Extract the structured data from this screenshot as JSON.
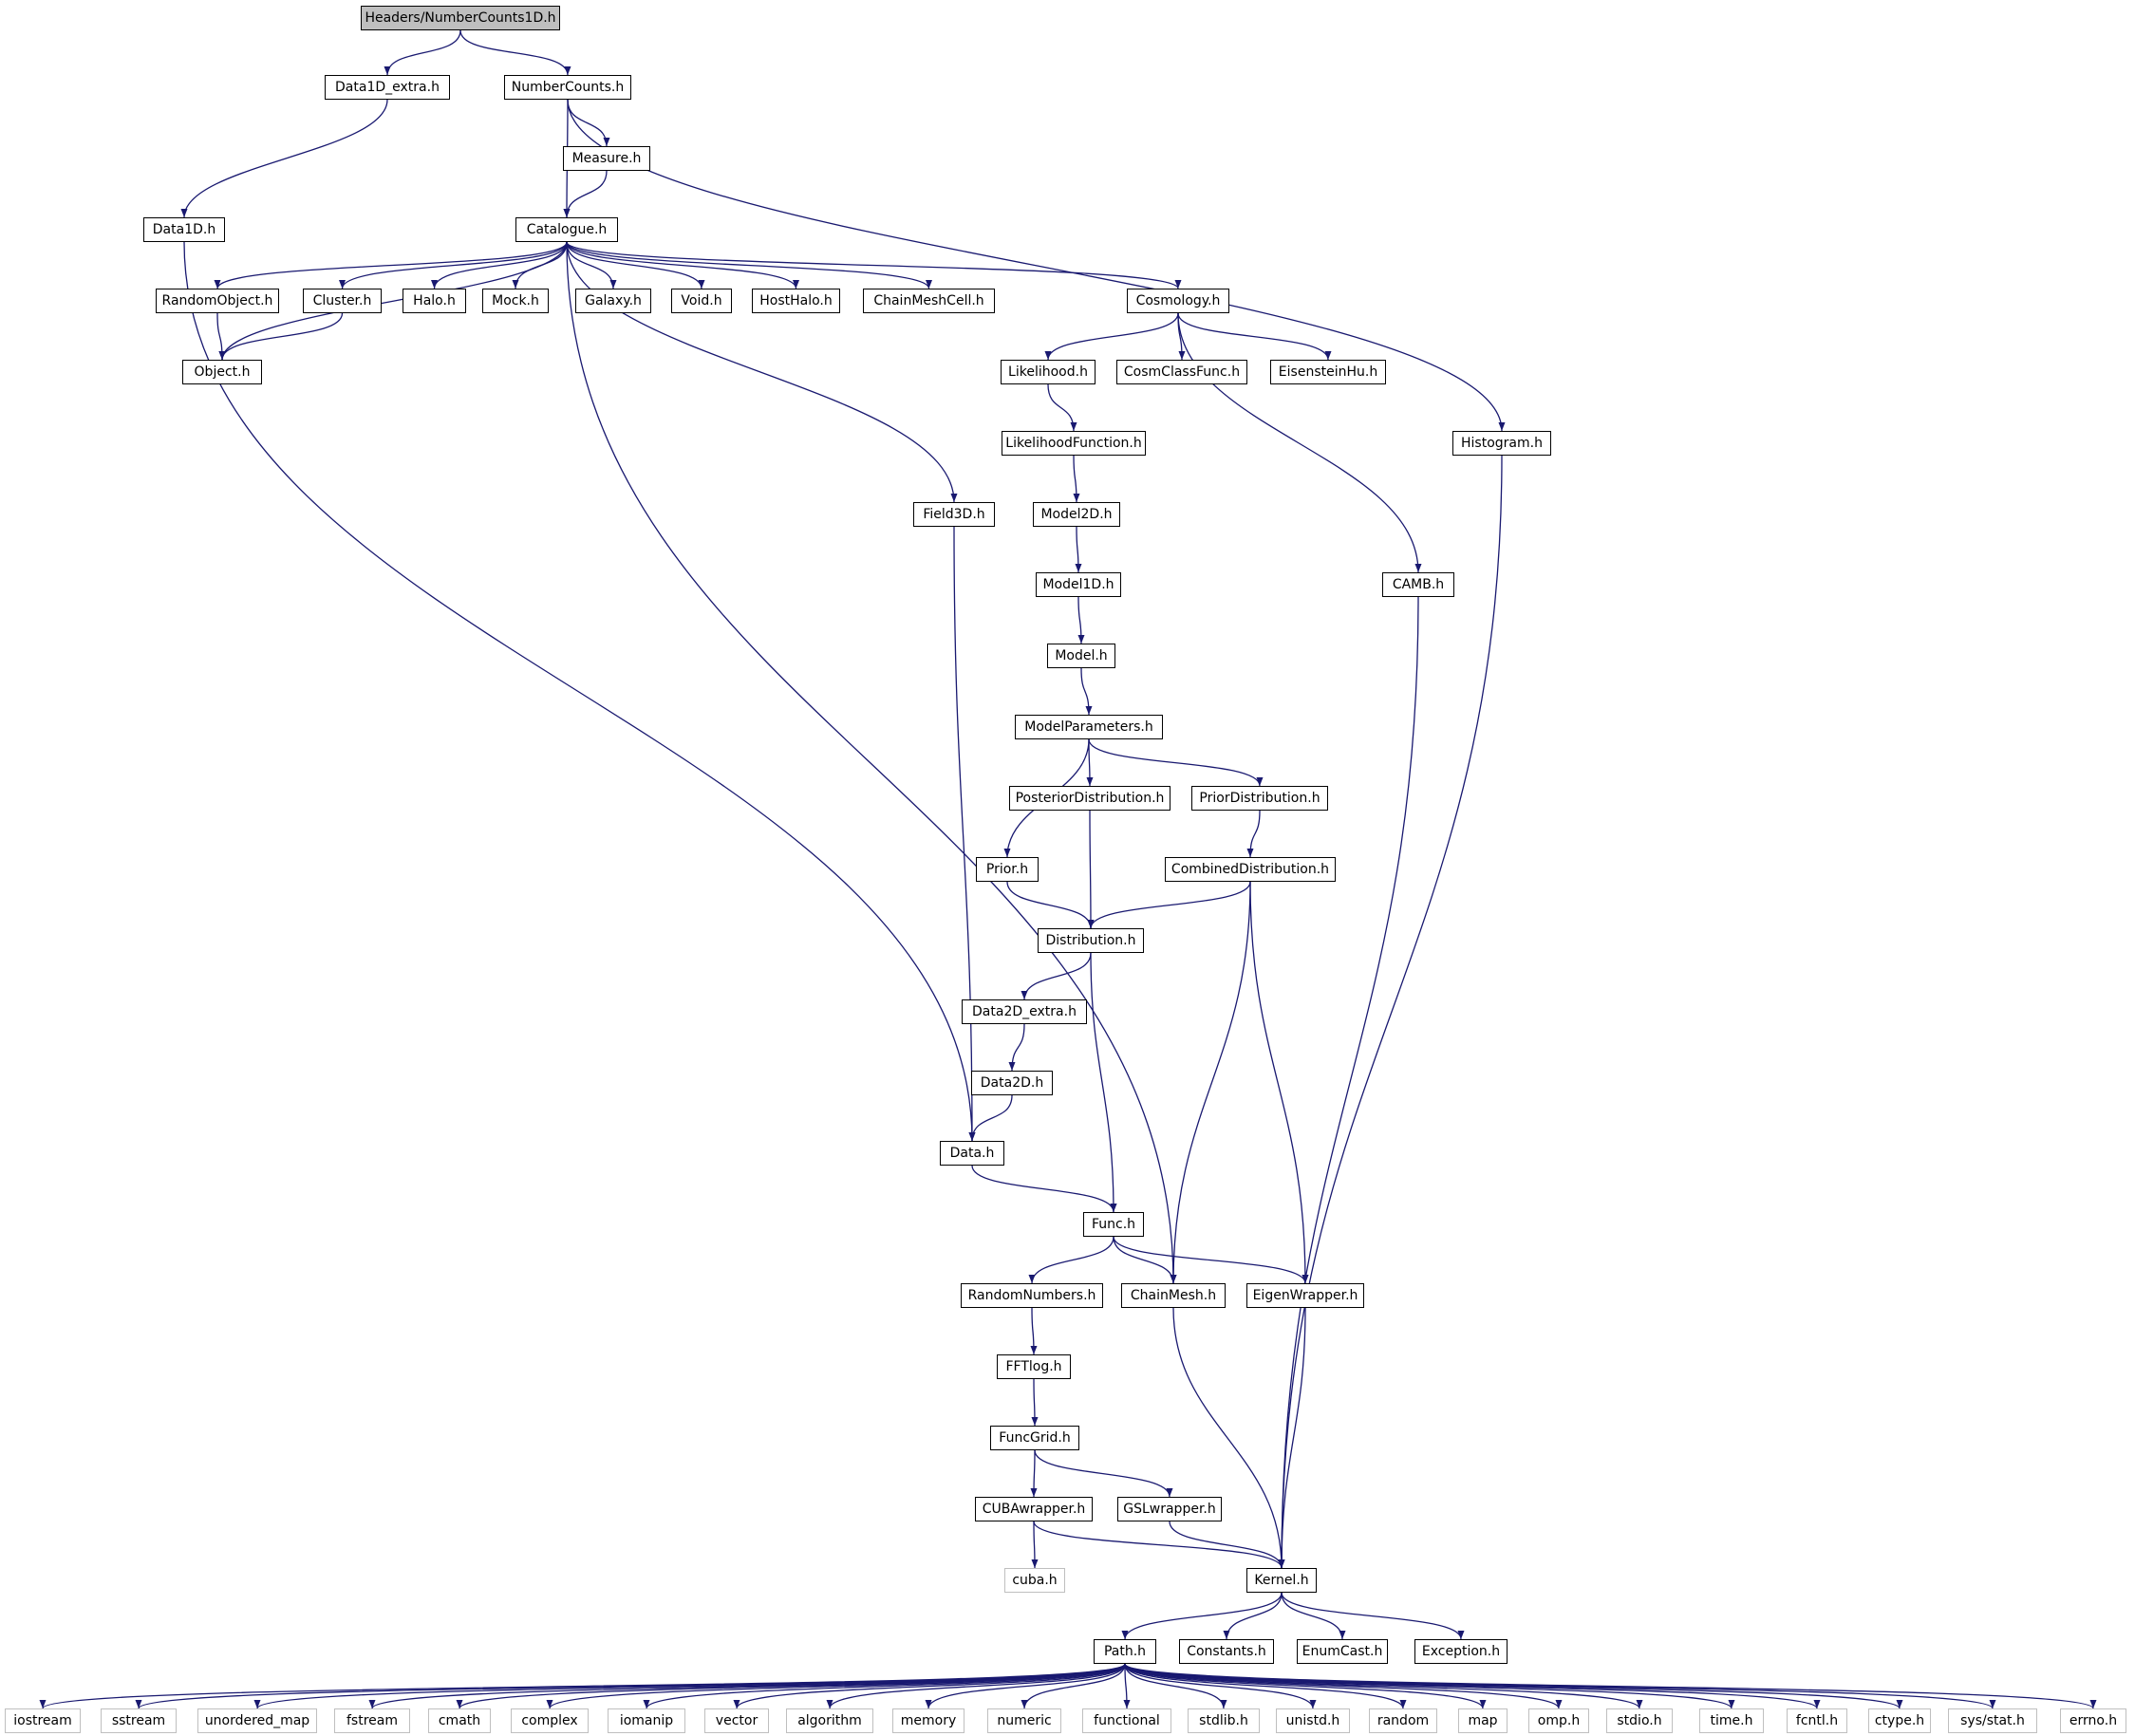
{
  "root": "Headers/NumberCounts1D.h",
  "nodes": {
    "n_root": "Headers/NumberCounts1D.h",
    "n_d1e": "Data1D_extra.h",
    "n_nc": "NumberCounts.h",
    "n_meas": "Measure.h",
    "n_d1": "Data1D.h",
    "n_cat": "Catalogue.h",
    "n_ro": "RandomObject.h",
    "n_clu": "Cluster.h",
    "n_halo": "Halo.h",
    "n_mock": "Mock.h",
    "n_gal": "Galaxy.h",
    "n_void": "Void.h",
    "n_hh": "HostHalo.h",
    "n_cmc": "ChainMeshCell.h",
    "n_cos": "Cosmology.h",
    "n_obj": "Object.h",
    "n_lik": "Likelihood.h",
    "n_ccf": "CosmClassFunc.h",
    "n_eh": "EisensteinHu.h",
    "n_hist": "Histogram.h",
    "n_lf": "LikelihoodFunction.h",
    "n_f3d": "Field3D.h",
    "n_m2d": "Model2D.h",
    "n_m1d": "Model1D.h",
    "n_camb": "CAMB.h",
    "n_model": "Model.h",
    "n_mp": "ModelParameters.h",
    "n_post": "PosteriorDistribution.h",
    "n_pri": "PriorDistribution.h",
    "n_prior": "Prior.h",
    "n_comb": "CombinedDistribution.h",
    "n_dist": "Distribution.h",
    "n_d2e": "Data2D_extra.h",
    "n_d2": "Data2D.h",
    "n_data": "Data.h",
    "n_func": "Func.h",
    "n_rn": "RandomNumbers.h",
    "n_cm": "ChainMesh.h",
    "n_ew": "EigenWrapper.h",
    "n_fft": "FFTlog.h",
    "n_fg": "FuncGrid.h",
    "n_cuba": "CUBAwrapper.h",
    "n_gsl": "GSLwrapper.h",
    "n_cubah": "cuba.h",
    "n_kern": "Kernel.h",
    "n_path": "Path.h",
    "n_const": "Constants.h",
    "n_enum": "EnumCast.h",
    "n_exc": "Exception.h",
    "s_iostream": "iostream",
    "s_sstream": "sstream",
    "s_umap": "unordered_map",
    "s_fstream": "fstream",
    "s_cmath": "cmath",
    "s_complex": "complex",
    "s_iomanip": "iomanip",
    "s_vector": "vector",
    "s_algo": "algorithm",
    "s_memory": "memory",
    "s_numeric": "numeric",
    "s_functional": "functional",
    "s_stdlib": "stdlib.h",
    "s_unistd": "unistd.h",
    "s_random": "random",
    "s_map": "map",
    "s_omp": "omp.h",
    "s_stdio": "stdio.h",
    "s_time": "time.h",
    "s_fcntl": "fcntl.h",
    "s_ctype": "ctype.h",
    "s_sysstat": "sys/stat.h",
    "s_errno": "errno.h"
  },
  "edges": [
    [
      "n_root",
      "n_d1e"
    ],
    [
      "n_root",
      "n_nc"
    ],
    [
      "n_d1e",
      "n_d1"
    ],
    [
      "n_nc",
      "n_cat"
    ],
    [
      "n_nc",
      "n_meas"
    ],
    [
      "n_nc",
      "n_hist"
    ],
    [
      "n_meas",
      "n_cat"
    ],
    [
      "n_d1",
      "n_data"
    ],
    [
      "n_cat",
      "n_ro"
    ],
    [
      "n_cat",
      "n_clu"
    ],
    [
      "n_cat",
      "n_halo"
    ],
    [
      "n_cat",
      "n_mock"
    ],
    [
      "n_cat",
      "n_gal"
    ],
    [
      "n_cat",
      "n_void"
    ],
    [
      "n_cat",
      "n_hh"
    ],
    [
      "n_cat",
      "n_cmc"
    ],
    [
      "n_cat",
      "n_cos"
    ],
    [
      "n_cat",
      "n_obj"
    ],
    [
      "n_cat",
      "n_f3d"
    ],
    [
      "n_cat",
      "n_cm"
    ],
    [
      "n_ro",
      "n_obj"
    ],
    [
      "n_clu",
      "n_obj"
    ],
    [
      "n_cos",
      "n_lik"
    ],
    [
      "n_cos",
      "n_ccf"
    ],
    [
      "n_cos",
      "n_eh"
    ],
    [
      "n_cos",
      "n_camb"
    ],
    [
      "n_lik",
      "n_lf"
    ],
    [
      "n_lf",
      "n_m2d"
    ],
    [
      "n_m2d",
      "n_m1d"
    ],
    [
      "n_m1d",
      "n_model"
    ],
    [
      "n_model",
      "n_mp"
    ],
    [
      "n_mp",
      "n_post"
    ],
    [
      "n_mp",
      "n_pri"
    ],
    [
      "n_mp",
      "n_prior"
    ],
    [
      "n_pri",
      "n_comb"
    ],
    [
      "n_prior",
      "n_dist"
    ],
    [
      "n_post",
      "n_dist"
    ],
    [
      "n_comb",
      "n_dist"
    ],
    [
      "n_comb",
      "n_cm"
    ],
    [
      "n_comb",
      "n_ew"
    ],
    [
      "n_dist",
      "n_d2e"
    ],
    [
      "n_dist",
      "n_func"
    ],
    [
      "n_d2e",
      "n_d2"
    ],
    [
      "n_d2",
      "n_data"
    ],
    [
      "n_f3d",
      "n_data"
    ],
    [
      "n_data",
      "n_func"
    ],
    [
      "n_func",
      "n_rn"
    ],
    [
      "n_func",
      "n_cm"
    ],
    [
      "n_func",
      "n_ew"
    ],
    [
      "n_rn",
      "n_fft"
    ],
    [
      "n_fft",
      "n_fg"
    ],
    [
      "n_fg",
      "n_cuba"
    ],
    [
      "n_fg",
      "n_gsl"
    ],
    [
      "n_cuba",
      "n_cubah"
    ],
    [
      "n_cuba",
      "n_kern"
    ],
    [
      "n_gsl",
      "n_kern"
    ],
    [
      "n_cm",
      "n_kern"
    ],
    [
      "n_ew",
      "n_kern"
    ],
    [
      "n_camb",
      "n_kern"
    ],
    [
      "n_hist",
      "n_kern"
    ],
    [
      "n_kern",
      "n_path"
    ],
    [
      "n_kern",
      "n_const"
    ],
    [
      "n_kern",
      "n_enum"
    ],
    [
      "n_kern",
      "n_exc"
    ],
    [
      "n_path",
      "s_iostream"
    ],
    [
      "n_path",
      "s_sstream"
    ],
    [
      "n_path",
      "s_umap"
    ],
    [
      "n_path",
      "s_fstream"
    ],
    [
      "n_path",
      "s_cmath"
    ],
    [
      "n_path",
      "s_complex"
    ],
    [
      "n_path",
      "s_iomanip"
    ],
    [
      "n_path",
      "s_vector"
    ],
    [
      "n_path",
      "s_algo"
    ],
    [
      "n_path",
      "s_memory"
    ],
    [
      "n_path",
      "s_numeric"
    ],
    [
      "n_path",
      "s_functional"
    ],
    [
      "n_path",
      "s_stdlib"
    ],
    [
      "n_path",
      "s_unistd"
    ],
    [
      "n_path",
      "s_random"
    ],
    [
      "n_path",
      "s_map"
    ],
    [
      "n_path",
      "s_omp"
    ],
    [
      "n_path",
      "s_stdio"
    ],
    [
      "n_path",
      "s_time"
    ],
    [
      "n_path",
      "s_fcntl"
    ],
    [
      "n_path",
      "s_ctype"
    ],
    [
      "n_path",
      "s_sysstat"
    ],
    [
      "n_path",
      "s_errno"
    ]
  ],
  "colors": {
    "edge": "#191970",
    "box_border": "#000000",
    "system_border": "#bfbfbf",
    "root_fill": "#bfbfbf"
  }
}
